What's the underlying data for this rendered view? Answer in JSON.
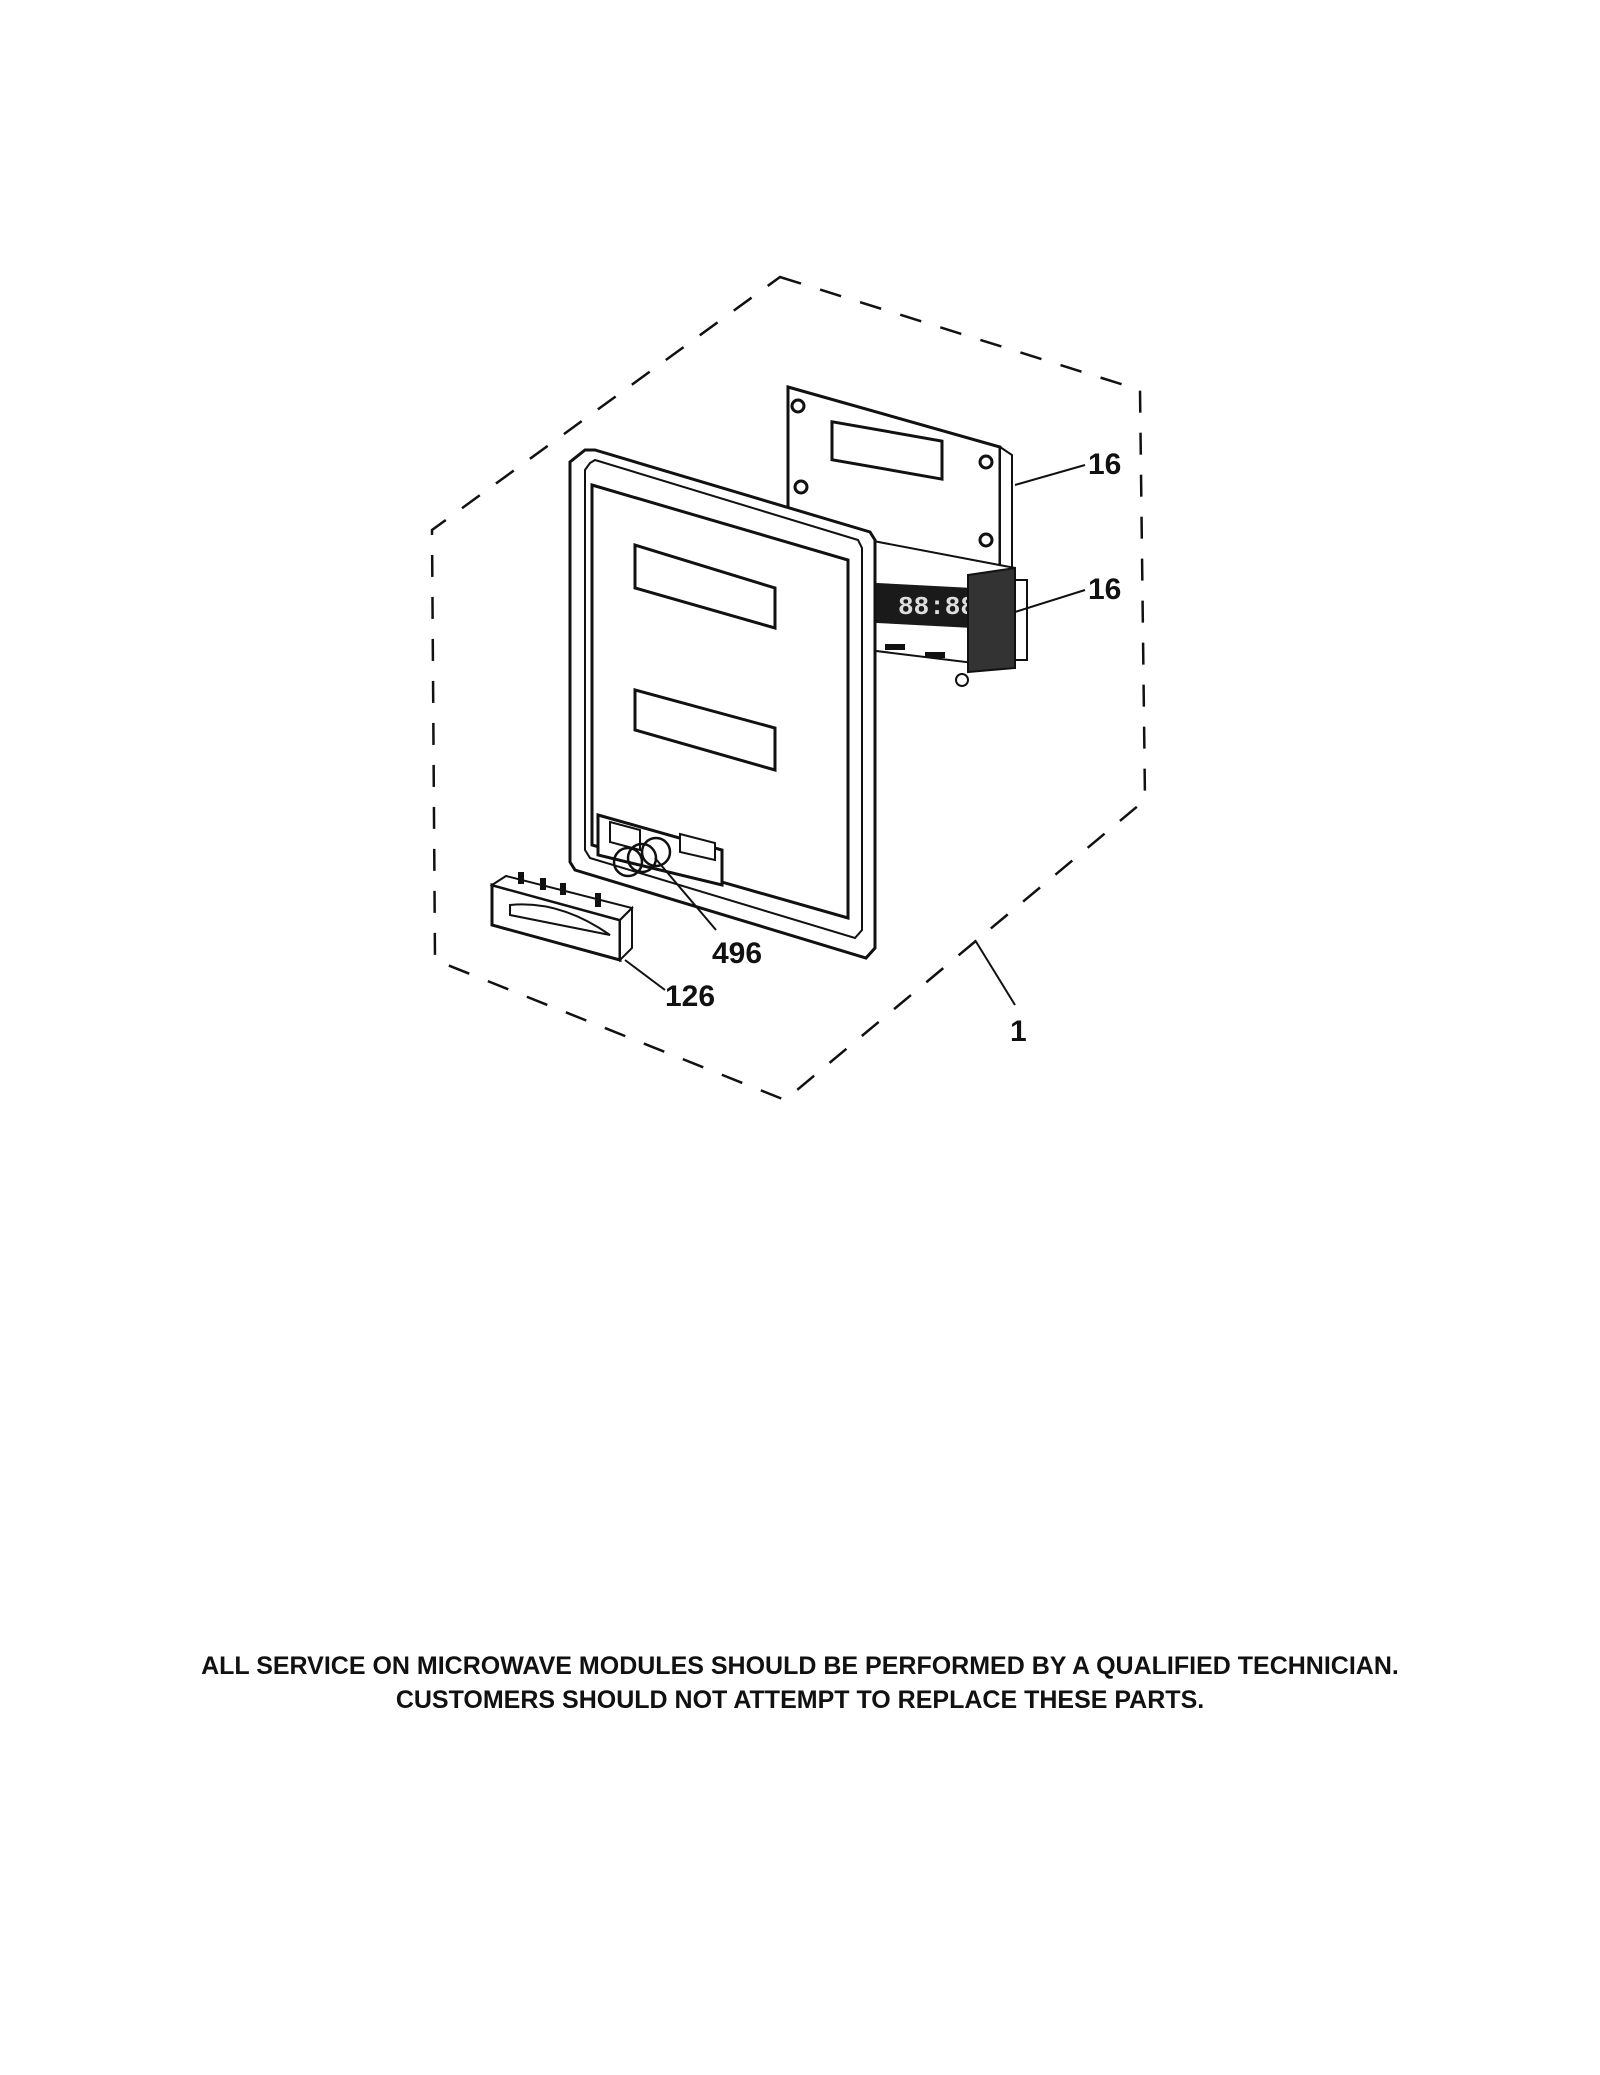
{
  "diagram": {
    "callouts": {
      "board_upper": "16",
      "board_lower": "16",
      "spring": "496",
      "button": "126",
      "assembly": "1"
    },
    "display_digits": "88:88"
  },
  "notice": {
    "line1": "ALL SERVICE ON MICROWAVE MODULES SHOULD BE PERFORMED BY A QUALIFIED TECHNICIAN.",
    "line2": "CUSTOMERS SHOULD NOT ATTEMPT TO REPLACE THESE PARTS."
  }
}
